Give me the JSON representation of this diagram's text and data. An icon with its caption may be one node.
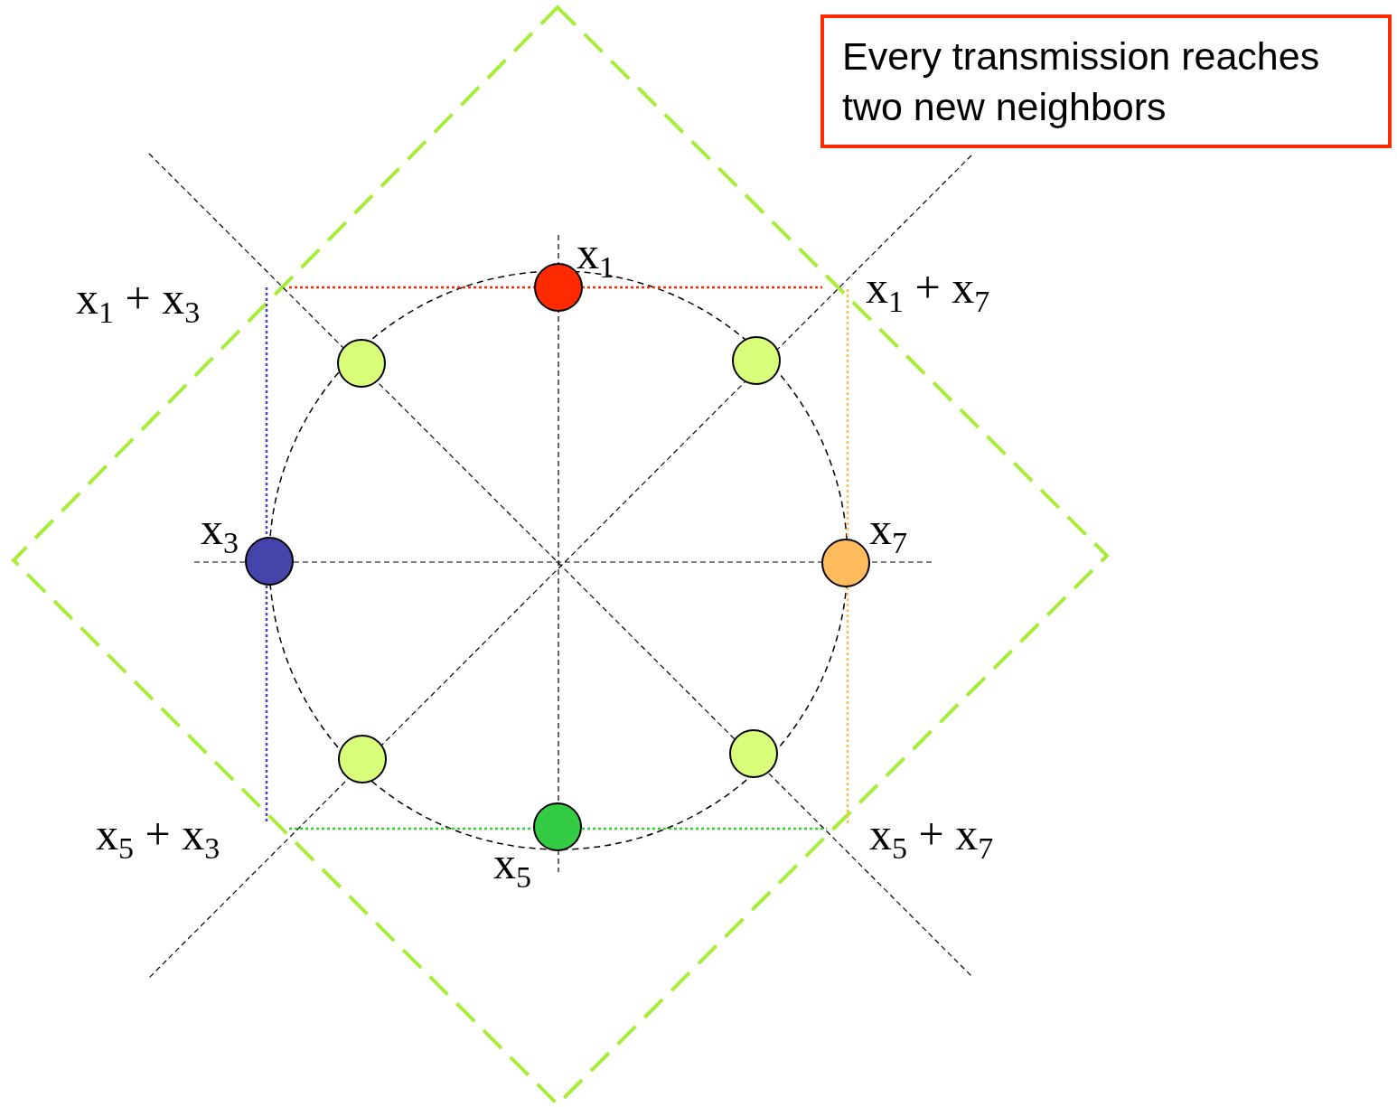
{
  "diagram": {
    "nodes": [
      {
        "text": [
          "Every transmission reaches two new neighbors"
        ]
      },
      {
        "text": [],
        "shape": "circle",
        "beside": [
          "x$_{1}$"
        ]
      },
      {
        "text": [],
        "shape": "circle"
      },
      {
        "text": [],
        "shape": "circle"
      },
      {
        "text": [],
        "shape": "circle",
        "beside": [
          "x$_{3}$"
        ]
      },
      {
        "text": [],
        "shape": "circle",
        "beside": [
          "x$_{7}$"
        ]
      },
      {
        "text": [],
        "shape": "circle"
      },
      {
        "text": [],
        "shape": "circle"
      },
      {
        "text": [],
        "shape": "circle",
        "beside": [
          "x$_{5}$"
        ]
      }
    ],
    "labels": [
      "x$_{1}$ + x$_{3}$",
      "x$_{1}$ + x$_{7}$",
      "x$_{5}$ + x$_{3}$",
      "x$_{5}$ + x$_{7}$"
    ]
  }
}
